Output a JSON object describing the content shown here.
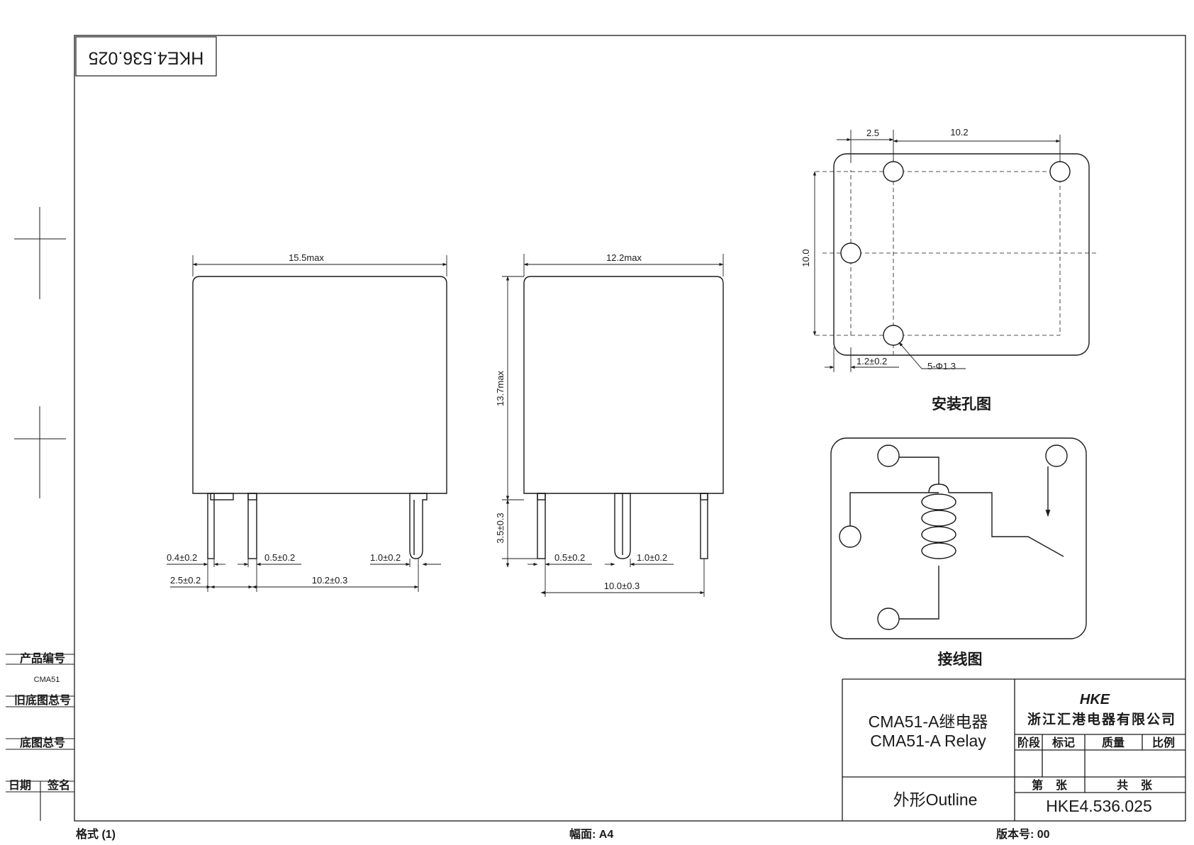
{
  "drawing_code": "HKE4.536.025",
  "views": {
    "front": {
      "width_label": "15.5max",
      "pin_width_left": "0.4±0.2",
      "pin_width_mid": "0.5±0.2",
      "pin_width_right": "1.0±0.2",
      "pitch_left": "2.5±0.2",
      "pitch_main": "10.2±0.3"
    },
    "side": {
      "width_label": "12.2max",
      "height_label": "13.7max",
      "pin_length": "3.5±0.3",
      "pin_width_mid": "0.5±0.2",
      "pin_width_right": "1.0±0.2",
      "pitch_main": "10.0±0.3"
    },
    "mounting": {
      "dim_a": "2.5",
      "dim_b": "10.2",
      "dim_height": "10.0",
      "dim_offset": "1.2±0.2",
      "holes": "5-Φ1.3",
      "caption": "安装孔图"
    },
    "wiring": {
      "caption": "接线图"
    }
  },
  "side_table": {
    "product_no_label": "产品编号",
    "product_no_value": "CMA51",
    "old_drawing_no_label": "旧底图总号",
    "drawing_no_label": "底图总号",
    "date_label": "日期",
    "signature_label": "签名"
  },
  "title_block": {
    "name_cn": "CMA51-A继电器",
    "name_en": "CMA51-A Relay",
    "drawing_type": "外形Outline",
    "logo": "HKE",
    "company": "浙江汇港电器有限公司",
    "col_stage": "阶段",
    "col_mark": "标记",
    "col_mass": "质量",
    "col_scale": "比例",
    "sheet_no": "第    张",
    "sheet_total": "共    张",
    "drawing_no": "HKE4.536.025"
  },
  "footer": {
    "format": "格式 (1)",
    "paper_size": "幅面: A4",
    "version": "版本号: 00"
  }
}
